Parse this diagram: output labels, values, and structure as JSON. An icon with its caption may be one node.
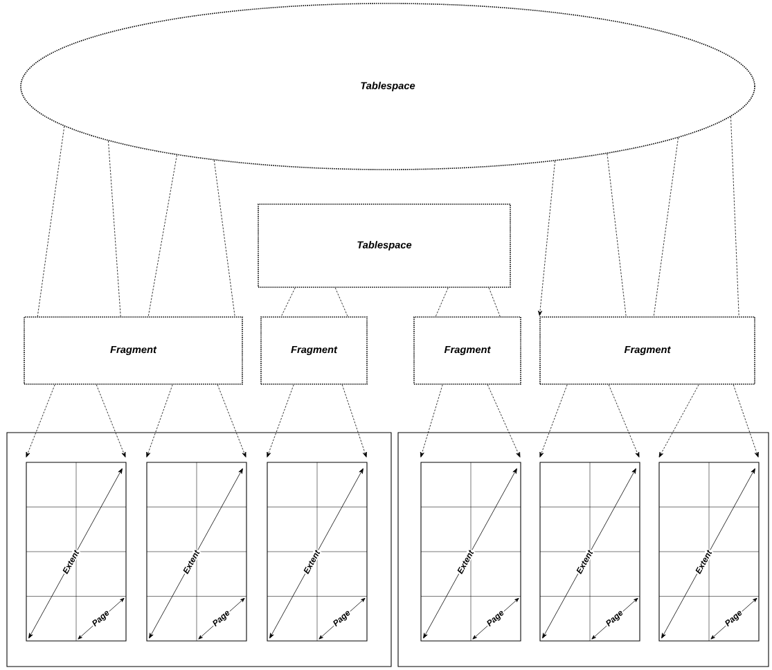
{
  "diagram": {
    "nodes": [
      {
        "text": [
          "Tablespace"
        ]
      },
      {
        "text": [
          "Tablespace"
        ]
      },
      {
        "text": [
          "Fragment"
        ]
      },
      {
        "text": [
          "Fragment"
        ]
      },
      {
        "text": [
          "Fragment"
        ]
      },
      {
        "text": [
          "Fragment"
        ]
      },
      {
        "text": [],
        "shape": "box"
      },
      {
        "text": [],
        "shape": "box"
      },
      {
        "text": [],
        "shape": "box",
        "in": 6
      },
      {
        "text": [],
        "shape": "box",
        "in": 6
      },
      {
        "text": [],
        "shape": "box",
        "in": 6
      },
      {
        "text": [],
        "shape": "box",
        "in": 7
      },
      {
        "text": [],
        "shape": "box",
        "in": 7
      },
      {
        "text": [],
        "shape": "box",
        "in": 7
      }
    ],
    "edges": [
      {
        "from": 0,
        "to": 2,
        "arrow": "none",
        "style": "dashed"
      },
      {
        "from": 0,
        "to": 2,
        "arrow": "none",
        "style": "dashed"
      },
      {
        "from": 0,
        "to": 2,
        "arrow": "none",
        "style": "dashed"
      },
      {
        "from": 0,
        "to": 2,
        "arrow": "none",
        "style": "dashed"
      },
      {
        "from": 0,
        "to": 5,
        "arrow": "to",
        "style": "dashed"
      },
      {
        "from": 0,
        "to": 5,
        "arrow": "none",
        "style": "dashed"
      },
      {
        "from": 0,
        "to": 5,
        "arrow": "none",
        "style": "dashed"
      },
      {
        "from": 0,
        "to": 5,
        "arrow": "none",
        "style": "dashed"
      },
      {
        "from": 1,
        "to": 3,
        "arrow": "none",
        "style": "dashed"
      },
      {
        "from": 1,
        "to": 3,
        "arrow": "none",
        "style": "dashed"
      },
      {
        "from": 1,
        "to": 4,
        "arrow": "none",
        "style": "dashed"
      },
      {
        "from": 1,
        "to": 4,
        "arrow": "none",
        "style": "dashed"
      },
      {
        "from": 2,
        "to": 8,
        "arrow": "to",
        "style": "dashed"
      },
      {
        "from": 2,
        "to": 8,
        "arrow": "to",
        "style": "dashed"
      },
      {
        "from": 2,
        "to": 9,
        "arrow": "to",
        "style": "dashed"
      },
      {
        "from": 2,
        "to": 9,
        "arrow": "to",
        "style": "dashed"
      },
      {
        "from": 3,
        "to": 10,
        "arrow": "to",
        "style": "dashed"
      },
      {
        "from": 3,
        "to": 10,
        "arrow": "to",
        "style": "dashed"
      },
      {
        "from": 4,
        "to": 11,
        "arrow": "to",
        "style": "dashed"
      },
      {
        "from": 4,
        "to": 11,
        "arrow": "to",
        "style": "dashed"
      },
      {
        "from": 5,
        "to": 12,
        "arrow": "to",
        "style": "dashed"
      },
      {
        "from": 5,
        "to": 12,
        "arrow": "to",
        "style": "dashed"
      },
      {
        "from": 5,
        "to": 13,
        "arrow": "to",
        "style": "dashed"
      },
      {
        "from": 5,
        "to": 13,
        "arrow": "to",
        "style": "dashed"
      }
    ],
    "labels": [
      "Extent",
      "Page",
      "Extent",
      "Page",
      "Extent",
      "Page",
      "Extent",
      "Page",
      "Extent",
      "Page",
      "Extent",
      "Page"
    ]
  }
}
